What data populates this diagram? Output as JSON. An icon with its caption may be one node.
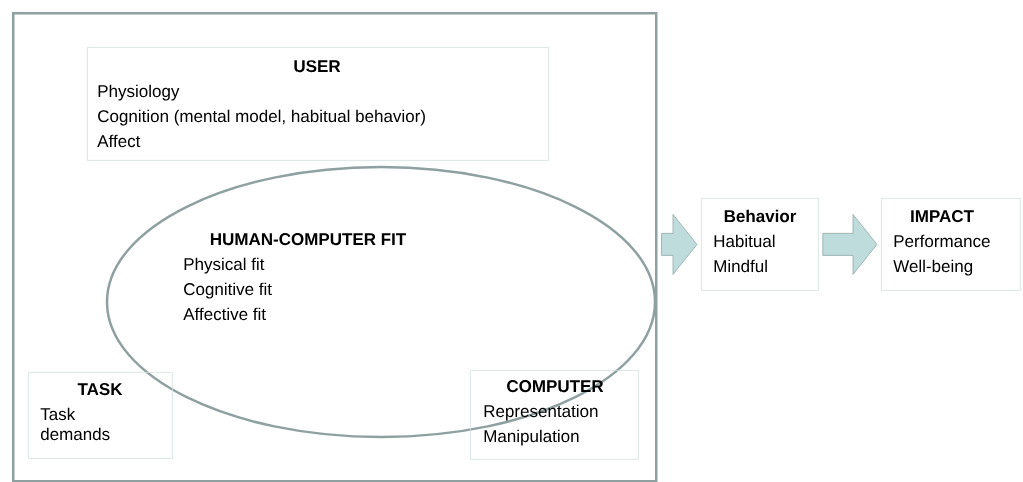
{
  "diagram": {
    "nodes": [
      {
        "text": [],
        "shape": "box"
      },
      {
        "text": [
          "USER",
          "Physiology",
          "Cognition (mental model, habitual behavior)",
          "Affect"
        ],
        "in": 0
      },
      {
        "text": [
          "HUMAN-COMPUTER FIT",
          "Physical fit",
          "Cognitive fit",
          "Affective fit"
        ],
        "in": 0
      },
      {
        "text": [
          "TASK",
          "Task demands"
        ],
        "in": 0
      },
      {
        "text": [
          "COMPUTER",
          "Representation",
          "Manipulation"
        ],
        "in": 0
      },
      {
        "text": [
          "Behavior",
          "Habitual",
          "Mindful"
        ]
      },
      {
        "text": [
          "IMPACT",
          "Performance",
          "Well-being"
        ]
      }
    ],
    "edges": [
      {
        "from": 0,
        "to": 5,
        "arrow": "to"
      },
      {
        "from": 5,
        "to": 6,
        "arrow": "to"
      }
    ]
  }
}
